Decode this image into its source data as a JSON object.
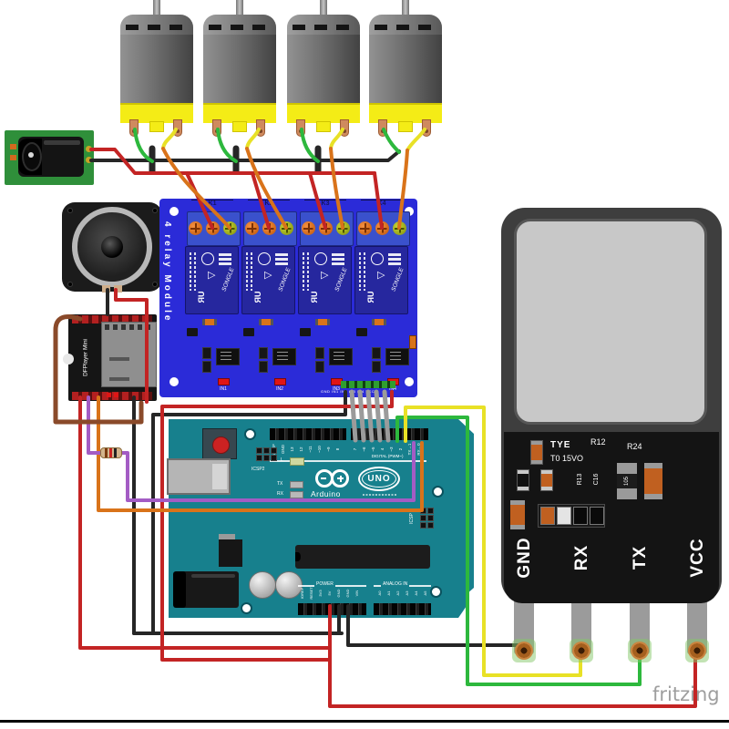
{
  "watermark": "fritzing",
  "colors": {
    "wire_red": "#c32424",
    "wire_black": "#262626",
    "wire_green": "#2db83d",
    "wire_yellow": "#e8e126",
    "wire_orange": "#d9731a",
    "wire_purple": "#a35cc4",
    "wire_brown": "#8a4a2a",
    "wire_gray": "#9b9b9b",
    "relay_blue": "#2b2bd8",
    "arduino_teal": "#17808d",
    "pcb_green": "#2f8f3a",
    "display_body": "#3e3e3e",
    "screen_gray": "#c8c8c8"
  },
  "relay_module": {
    "title": "4 relay Module",
    "k": [
      "K1",
      "K2",
      "K3",
      "K4"
    ],
    "brand": "SONGLE",
    "mark": "ЯU",
    "tri": "▷",
    "inputs": [
      "IN1",
      "IN2",
      "IN3",
      "IN4"
    ],
    "header_label": "GND IN1 IN2 IN3 IN4 VCC"
  },
  "dfplayer": {
    "name": "DFPlayer Mini"
  },
  "arduino": {
    "reset": "RESET",
    "icsp2": "ICSP2",
    "icsp": "ICSP",
    "digital_section": "DIGITAL (PWM~)",
    "power_section": "POWER",
    "analog_section": "ANALOG IN",
    "brand": "Arduino",
    "model": "UNO",
    "led_l": "L",
    "led_tx": "TX",
    "led_rx": "RX",
    "dl": [
      "AREF",
      "GND",
      "13",
      "12",
      "~11",
      "~10",
      "~9",
      "8"
    ],
    "dr": [
      "7",
      "~6",
      "~5",
      "4",
      "~3",
      "2",
      "TX→1",
      "RX←0"
    ],
    "pw": [
      "IOREF",
      "RESET",
      "3V3",
      "5V",
      "GND",
      "GND",
      "VIN"
    ],
    "an": [
      "A0",
      "A1",
      "A2",
      "A3",
      "A4",
      "A5"
    ]
  },
  "display": {
    "tye": "TYE",
    "t0": "T0 15VO",
    "r12": "R12",
    "r24": "R24",
    "r13": "R13",
    "c16": "C16",
    "code": "105",
    "pins": [
      "GND",
      "RX",
      "TX",
      "VCC"
    ]
  }
}
